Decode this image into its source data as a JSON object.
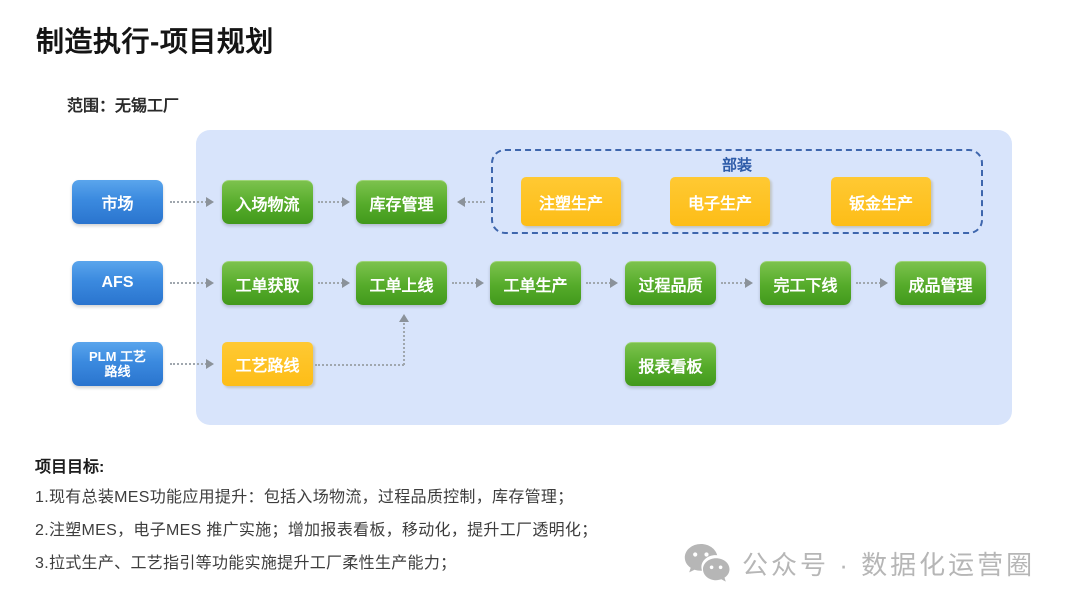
{
  "page": {
    "title": "制造执行-项目规划",
    "scope": "范围：无锡工厂"
  },
  "flow": {
    "subassembly_label": "部装",
    "nodes": {
      "market": "市场",
      "afs": "AFS",
      "plm": "PLM 工艺\n路线",
      "inbound_logistics": "入场物流",
      "inventory_mgmt": "库存管理",
      "injection_prod": "注塑生产",
      "electronics_prod": "电子生产",
      "sheet_metal_prod": "钣金生产",
      "order_fetch": "工单获取",
      "order_online": "工单上线",
      "order_prod": "工单生产",
      "process_quality": "过程品质",
      "finish_offline": "完工下线",
      "finished_goods": "成品管理",
      "process_routing": "工艺路线",
      "report_board": "报表看板"
    }
  },
  "goals": {
    "heading": "项目目标:",
    "items": [
      "1.现有总装MES功能应用提升：包括入场物流，过程品质控制，库存管理；",
      "2.注塑MES，电子MES 推广实施；增加报表看板，移动化，提升工厂透明化；",
      "3.拉式生产、工艺指引等功能实施提升工厂柔性生产能力；"
    ]
  },
  "watermark": {
    "text": "公众号 · 数据化运营圈"
  },
  "colors": {
    "panel_bg": "#d8e4fb",
    "node_blue": "#2a74ce",
    "node_green": "#55ab2a",
    "node_yellow": "#fdbd17",
    "dashed_border": "#3e66ad",
    "subassembly_label_text": "#2d5ba8",
    "arrow": "#8b929a",
    "watermark": "#b6b6b6"
  }
}
